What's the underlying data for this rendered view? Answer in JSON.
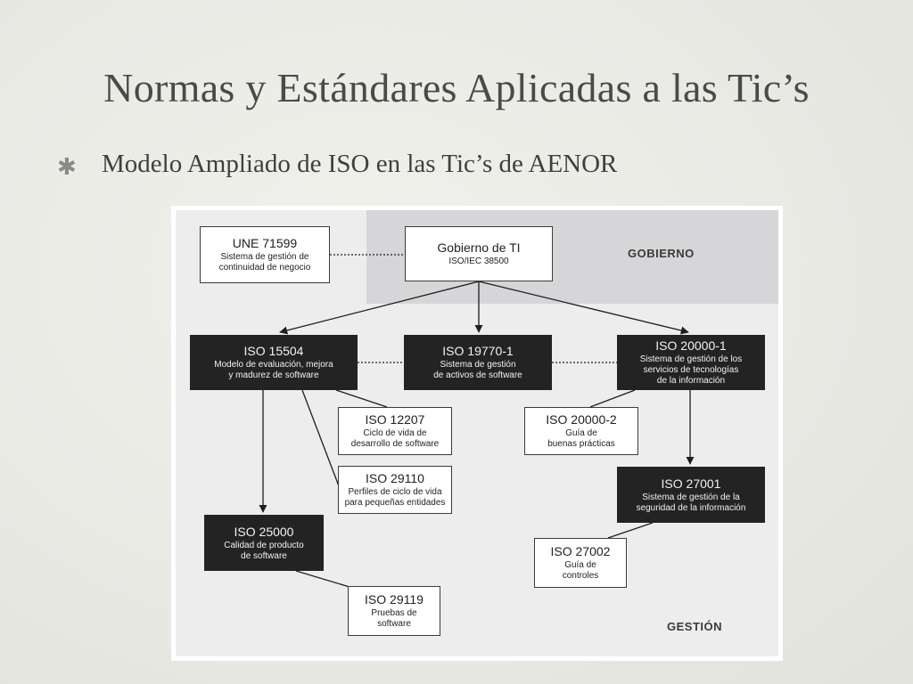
{
  "slide": {
    "title": "Normas y Estándares Aplicadas a las Tic’s",
    "bullet": {
      "icon": "asterisk-bullet-icon",
      "text": "Modelo Ampliado de ISO en las Tic’s de AENOR"
    }
  },
  "diagram": {
    "zones": {
      "gobierno": "GOBIERNO",
      "gestion": "GESTIÓN"
    },
    "nodes": {
      "une71599": {
        "title": "UNE 71599",
        "desc": "Sistema de gestión de\ncontinuidad de negocio"
      },
      "gobierno_ti": {
        "title": "Gobierno de TI",
        "desc": "ISO/IEC 38500"
      },
      "iso15504": {
        "title": "ISO 15504",
        "desc": "Modelo de evaluación, mejora\ny madurez de software"
      },
      "iso19770": {
        "title": "ISO 19770-1",
        "desc": "Sistema de gestión\nde activos de software"
      },
      "iso20000_1": {
        "title": "ISO 20000-1",
        "desc": "Sistema de gestión de los\nservicios de tecnologías\nde la información"
      },
      "iso12207": {
        "title": "ISO 12207",
        "desc": "Ciclo de vida de\ndesarrollo de software"
      },
      "iso20000_2": {
        "title": "ISO 20000-2",
        "desc": "Guía de\nbuenas prácticas"
      },
      "iso29110": {
        "title": "ISO 29110",
        "desc": "Perfiles de ciclo de vida\npara pequeñas entidades"
      },
      "iso27001": {
        "title": "ISO 27001",
        "desc": "Sistema de gestión de la\nseguridad de la información"
      },
      "iso25000": {
        "title": "ISO 25000",
        "desc": "Calidad de producto\nde software"
      },
      "iso27002": {
        "title": "ISO 27002",
        "desc": "Guía de\ncontroles"
      },
      "iso29119": {
        "title": "ISO 29119",
        "desc": "Pruebas de\nsoftware"
      }
    }
  }
}
